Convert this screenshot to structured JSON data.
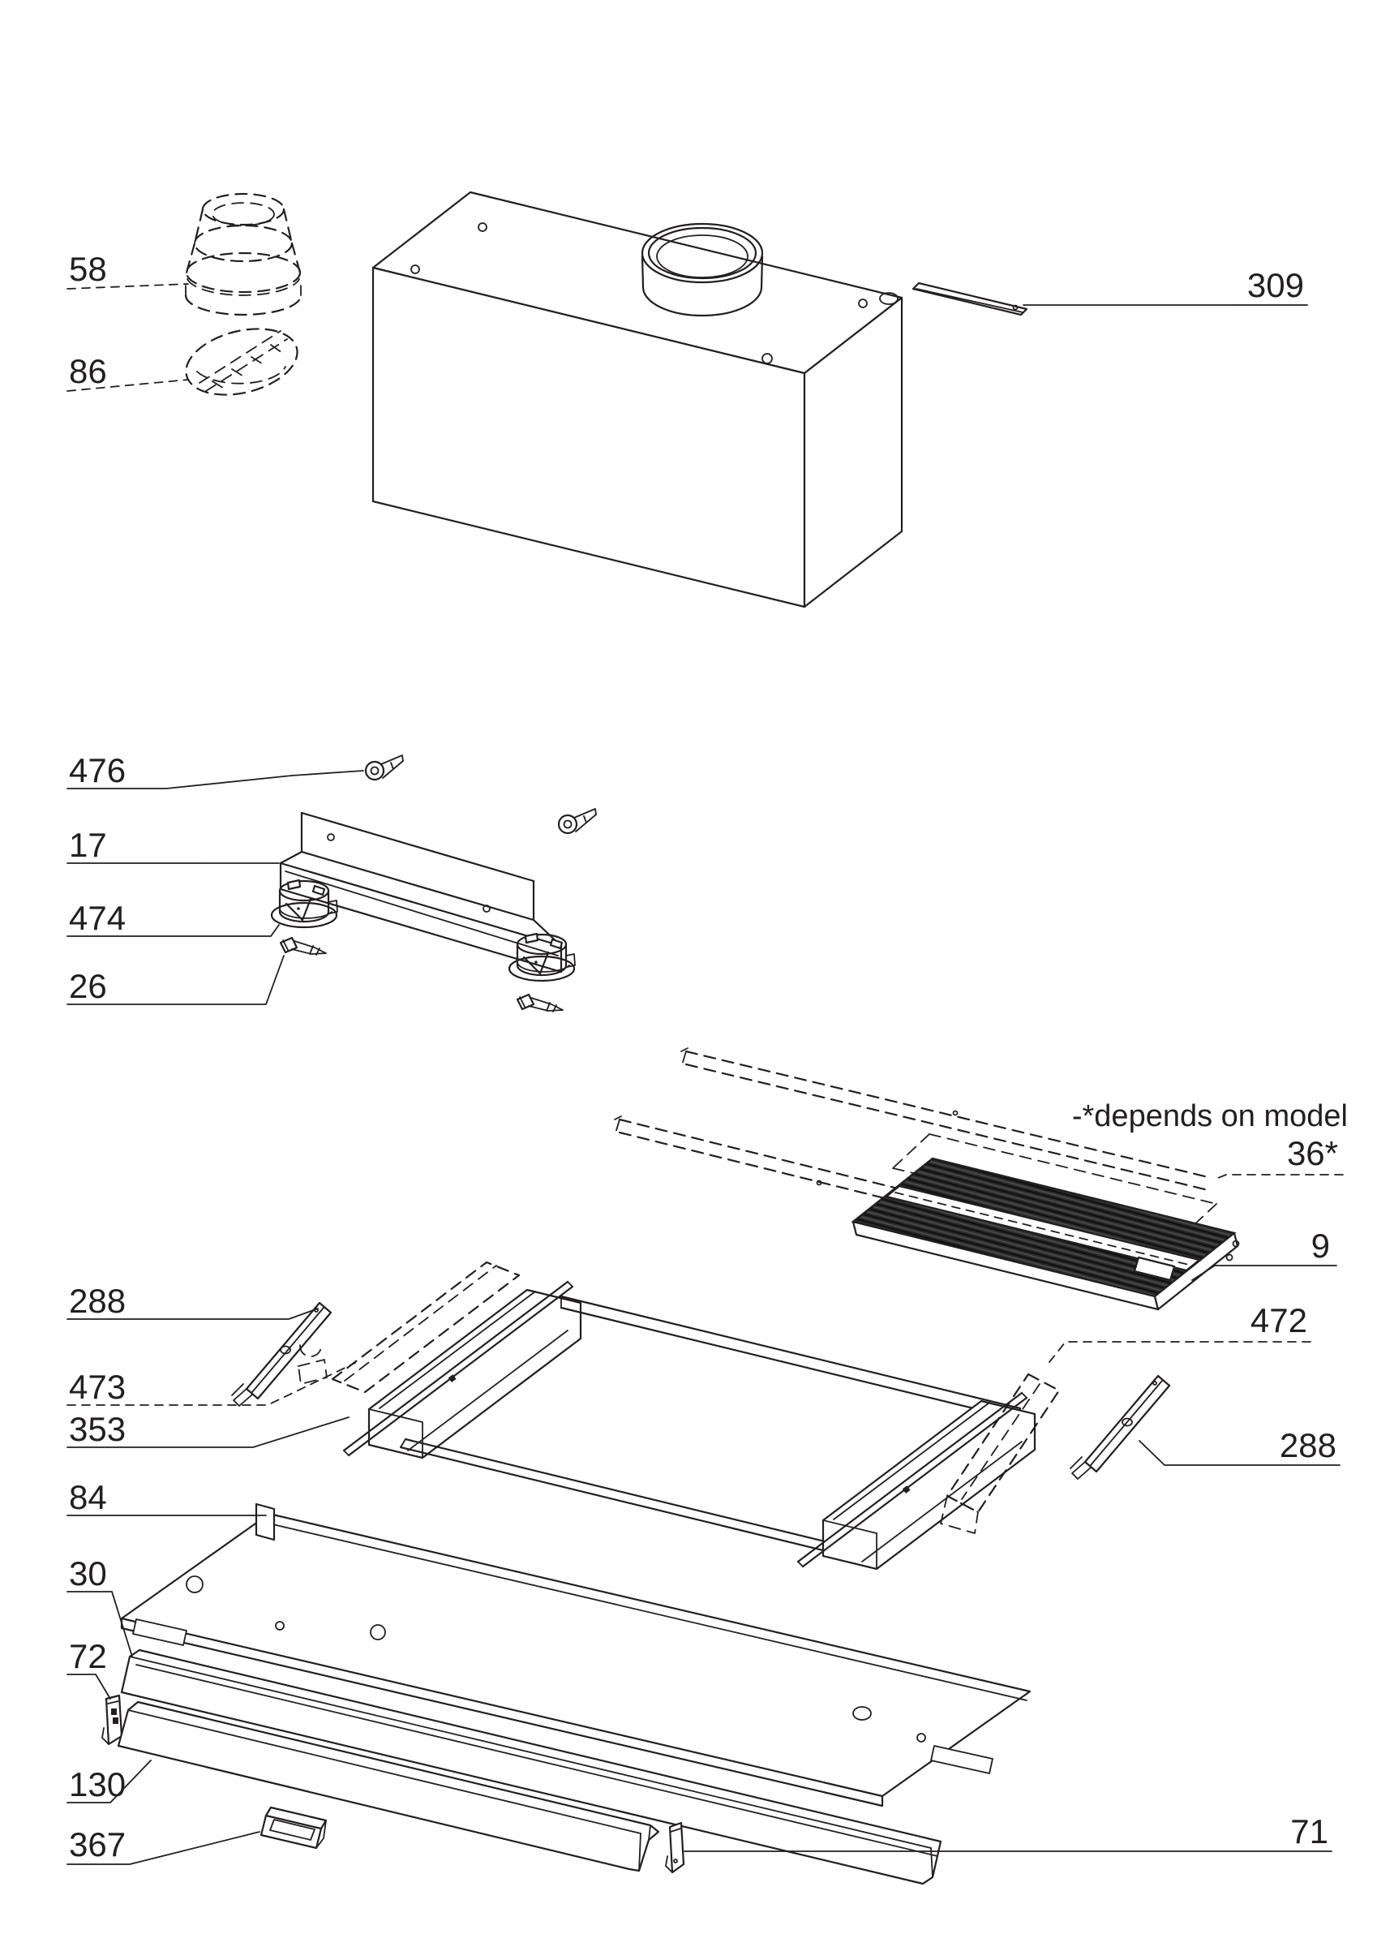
{
  "title": "range-hood-exploded-parts-diagram",
  "note": "-*depends on model",
  "colors": {
    "line": "#231f20",
    "background": "#ffffff",
    "filter_mesh": "#2d2d2d"
  },
  "labels": {
    "n58": "58",
    "n86": "86",
    "n309": "309",
    "n476": "476",
    "n17": "17",
    "n474": "474",
    "n26": "26",
    "n36": "36*",
    "n9": "9",
    "n288_left": "288",
    "n473": "473",
    "n353": "353",
    "n472": "472",
    "n288_right": "288",
    "n84": "84",
    "n30": "30",
    "n72": "72",
    "n130": "130",
    "n367": "367",
    "n71": "71"
  }
}
